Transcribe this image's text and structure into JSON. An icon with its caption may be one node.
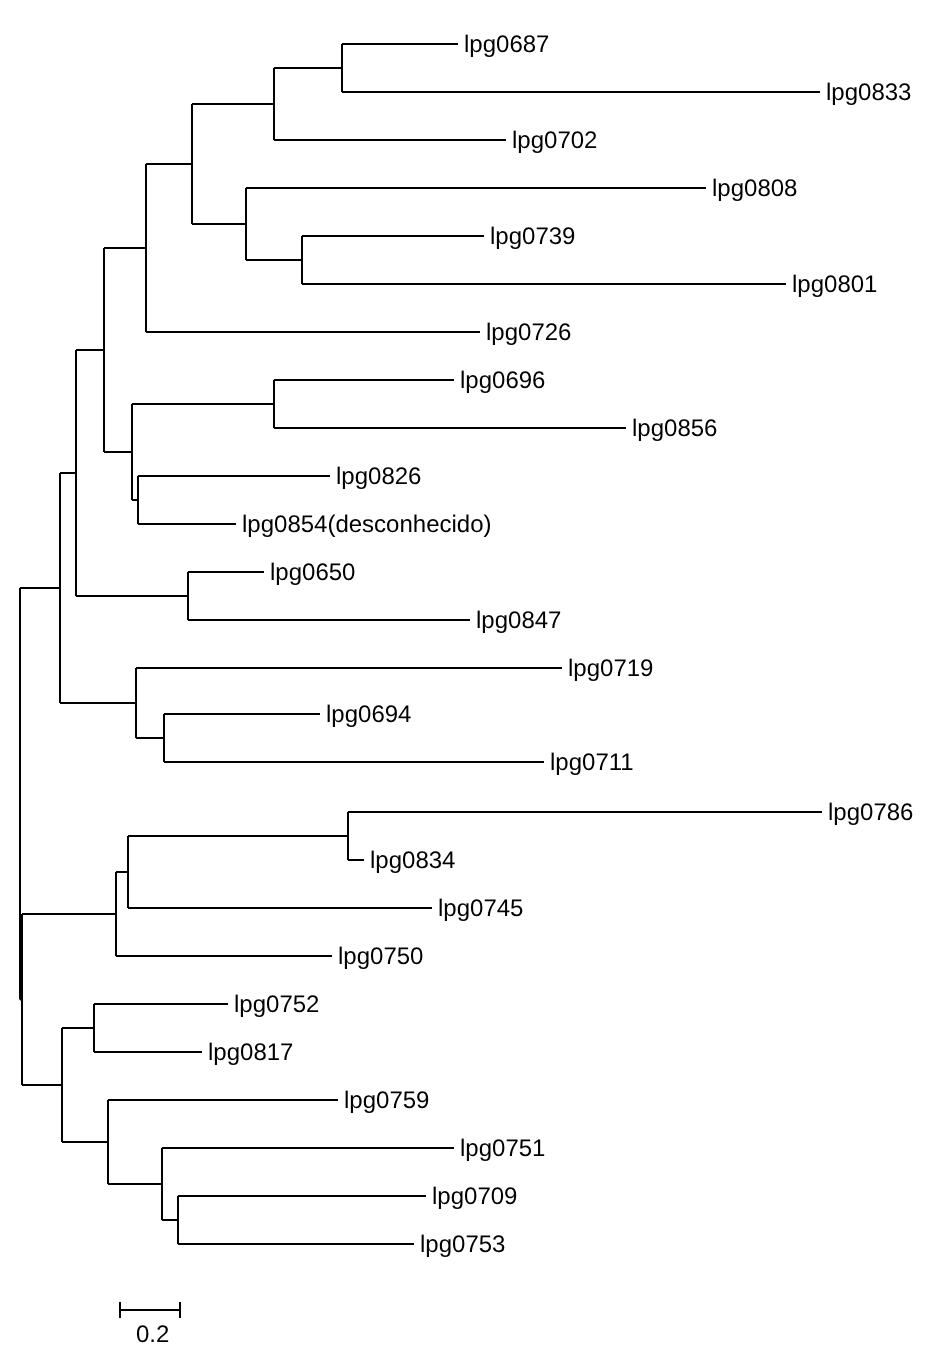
{
  "diagram": {
    "labels": [
      "lpg0687",
      "lpg0833",
      "lpg0702",
      "lpg0808",
      "lpg0739",
      "lpg0801",
      "lpg0726",
      "lpg0696",
      "lpg0856",
      "lpg0826",
      "lpg0854(desconhecido)",
      "lpg0650",
      "lpg0847",
      "lpg0719",
      "lpg0694",
      "lpg0711",
      "lpg0786",
      "lpg0834",
      "lpg0745",
      "lpg0750",
      "lpg0752",
      "lpg0817",
      "lpg0759",
      "lpg0751",
      "lpg0709",
      "lpg0753",
      "0.2"
    ]
  }
}
